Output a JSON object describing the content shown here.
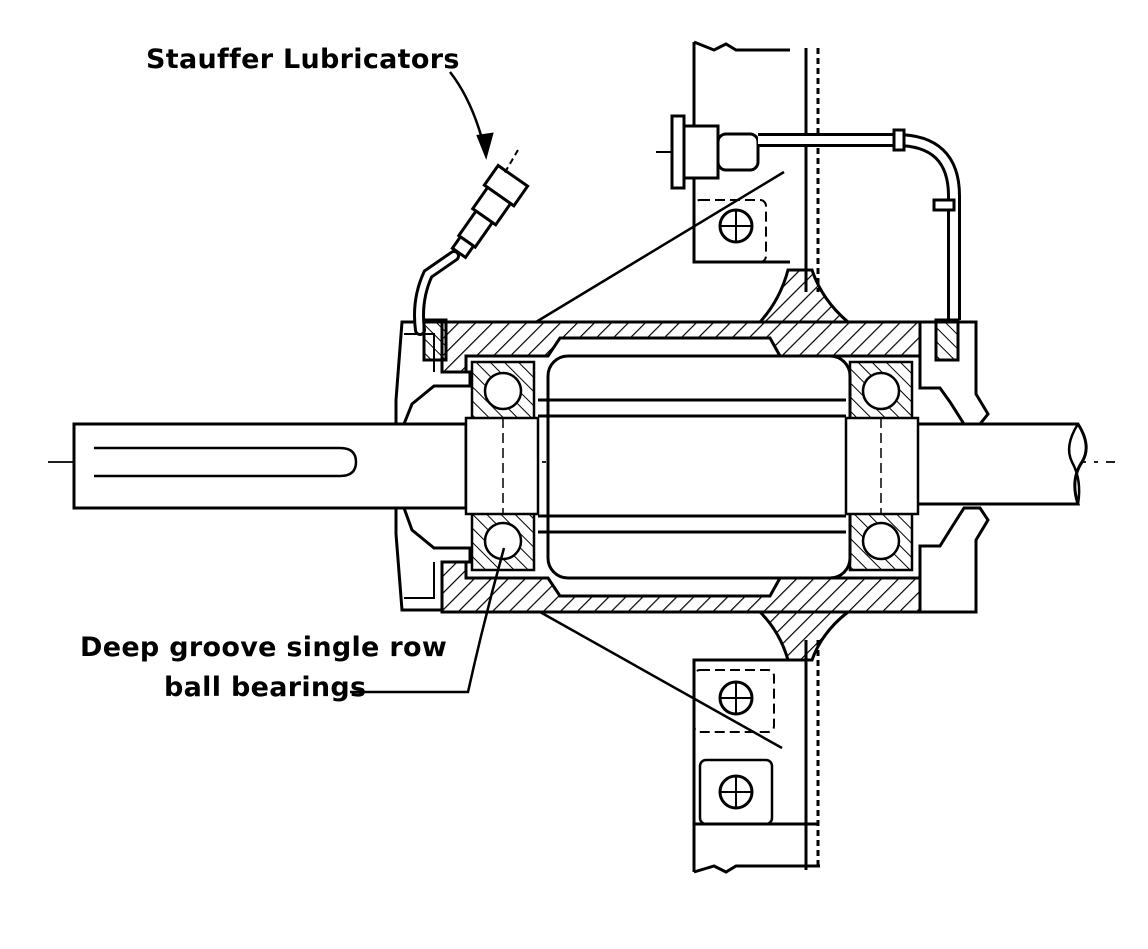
{
  "labels": {
    "lubricators": "Stauffer Lubricators",
    "bearings_line1": "Deep groove single row",
    "bearings_line2": "ball bearings"
  },
  "colors": {
    "ink": "#000000",
    "paper": "#ffffff"
  }
}
